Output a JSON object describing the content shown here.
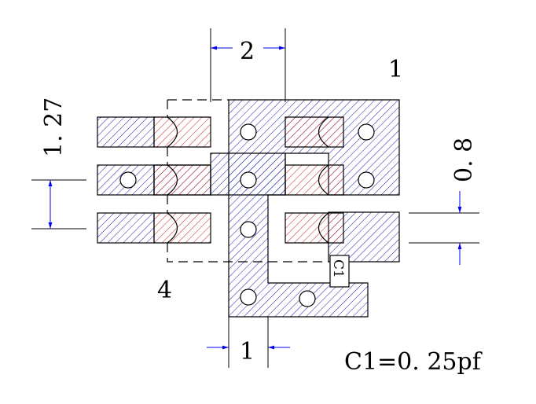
{
  "labels": {
    "dim_top": "2",
    "dim_bottom": "1",
    "dim_left": "1. 27",
    "dim_right": "0. 8",
    "pin_top_right": "1",
    "pin_bottom_left": "4",
    "cap_tag": "C1",
    "cap_value": "C1=0. 25pf"
  },
  "colors": {
    "hatch_blue": "#1a1aa8",
    "hatch_red": "#c82020",
    "dim_arrow": "#0000ee",
    "outline": "#000000"
  }
}
